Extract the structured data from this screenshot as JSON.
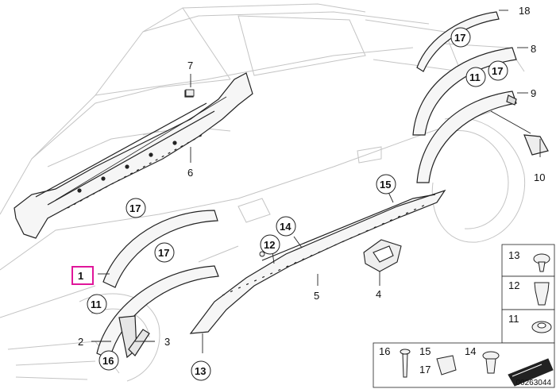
{
  "callouts": {
    "c1": "1",
    "c2": "2",
    "c3": "3",
    "c4": "4",
    "c5": "5",
    "c6": "6",
    "c7": "7",
    "c8": "8",
    "c9": "9",
    "c10": "10",
    "c11a": "11",
    "c11b": "11",
    "c11c": "11",
    "c12a": "12",
    "c12b": "12",
    "c13a": "13",
    "c13b": "13",
    "c14a": "14",
    "c14b": "14",
    "c15a": "15",
    "c15b": "15",
    "c16a": "16",
    "c16b": "16",
    "c17a": "17",
    "c17b": "17",
    "c17c": "17",
    "c17d": "17",
    "c17e": "17",
    "c18": "18"
  },
  "diagram_id": "00263044",
  "colors": {
    "line": "#222222",
    "ghost": "#bdbdbd",
    "highlight": "#e0169a",
    "part_fill": "#f2f2f2"
  }
}
